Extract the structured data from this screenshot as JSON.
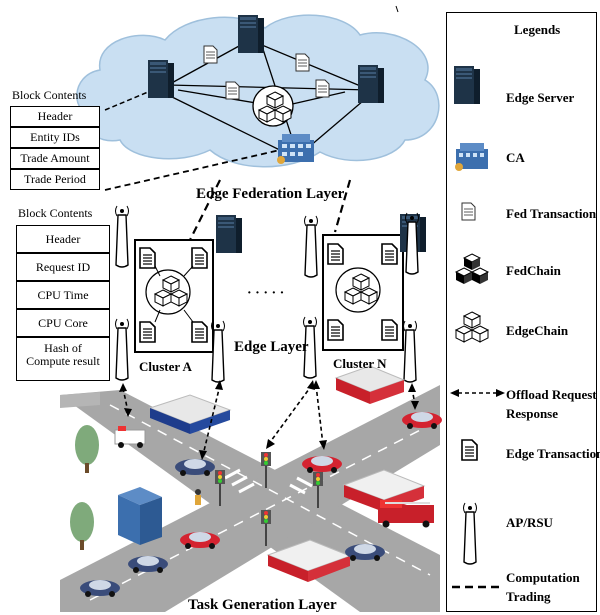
{
  "layers": {
    "federation": "Edge Federation Layer",
    "edge": "Edge Layer",
    "task": "Task Generation Layer"
  },
  "clusters": {
    "a": "Cluster A",
    "n": "Cluster N",
    "ellipsis": "· · · · ·"
  },
  "block_contents_top": {
    "title": "Block Contents",
    "rows": [
      "Header",
      "Entity IDs",
      "Trade Amount",
      "Trade Period"
    ]
  },
  "block_contents_bottom": {
    "title": "Block Contents",
    "rows": [
      "Header",
      "Request ID",
      "CPU Time",
      "CPU Core",
      "Hash of Compute result"
    ]
  },
  "legend": {
    "title": "Legends",
    "items": [
      {
        "icon": "edge-server-icon",
        "label": "Edge Server"
      },
      {
        "icon": "ca-icon",
        "label": "CA"
      },
      {
        "icon": "fed-transaction-icon",
        "label": "Fed Transaction"
      },
      {
        "icon": "fedchain-icon",
        "label": "FedChain"
      },
      {
        "icon": "edgechain-icon",
        "label": "EdgeChain"
      },
      {
        "icon": "offload-arrow-icon",
        "label": "Offload Request Response"
      },
      {
        "icon": "edge-transaction-icon",
        "label": "Edge Transaction"
      },
      {
        "icon": "ap-rsu-icon",
        "label": "AP/RSU"
      },
      {
        "icon": "dashed-line-icon",
        "label": "Computation Trading"
      }
    ]
  },
  "colors": {
    "cloud": "#c9dff2",
    "server": "#1e3347",
    "road": "#a7a7a7",
    "car": "#3a4c7a",
    "car_red": "#d42330",
    "tree": "#7faa7b",
    "building_blue": "#3c6fae"
  }
}
